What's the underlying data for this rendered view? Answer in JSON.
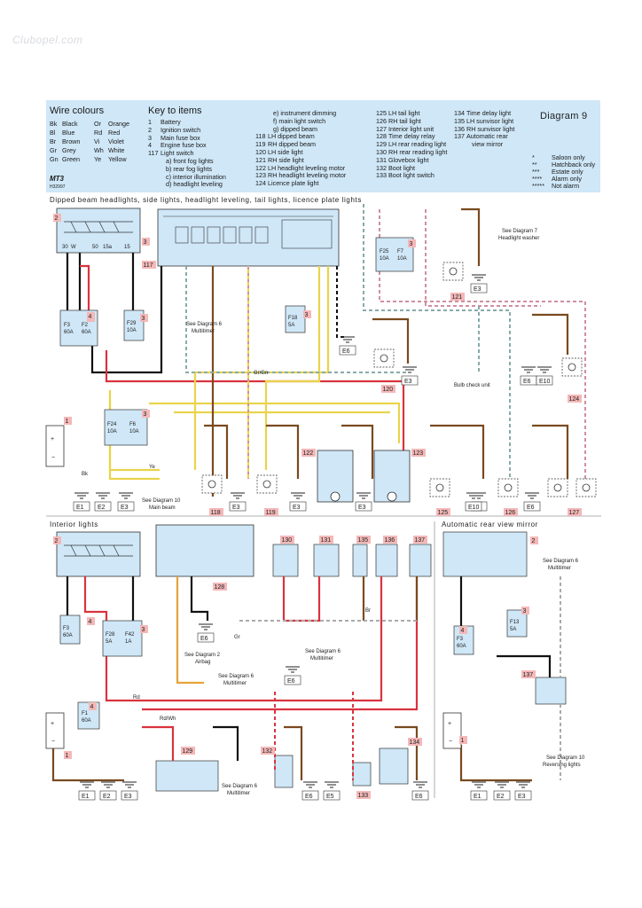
{
  "watermark": "Clubopel.com",
  "key": {
    "diagram_title": "Diagram 9",
    "wire_colours_title": "Wire colours",
    "wire_colours": [
      [
        "Bk",
        "Black",
        "Or",
        "Orange"
      ],
      [
        "Bl",
        "Blue",
        "Rd",
        "Red"
      ],
      [
        "Br",
        "Brown",
        "Vi",
        "Violet"
      ],
      [
        "Gr",
        "Grey",
        "Wh",
        "White"
      ],
      [
        "Gn",
        "Green",
        "Ye",
        "Yellow"
      ]
    ],
    "key_title": "Key to items",
    "items_col1": [
      [
        "1",
        "Battery"
      ],
      [
        "2",
        "Ignition switch"
      ],
      [
        "3",
        "Main fuse box"
      ],
      [
        "4",
        "Engine fuse box"
      ],
      [
        "117",
        "Light switch"
      ],
      [
        "",
        "a) front fog lights"
      ],
      [
        "",
        "b) rear fog lights"
      ],
      [
        "",
        "c) interior illumination"
      ],
      [
        "",
        "d) headlight leveling"
      ]
    ],
    "items_col2": [
      [
        "",
        "e) instrument dimming"
      ],
      [
        "",
        "f) main light switch"
      ],
      [
        "",
        "g) dipped beam"
      ],
      [
        "118",
        "LH dipped beam"
      ],
      [
        "119",
        "RH dipped beam"
      ],
      [
        "120",
        "LH side light"
      ],
      [
        "121",
        "RH side light"
      ],
      [
        "122",
        "LH headlight leveling motor"
      ],
      [
        "123",
        "RH headlight leveling motor"
      ],
      [
        "124",
        "Licence plate light"
      ]
    ],
    "items_col3": [
      [
        "125",
        "LH tail light"
      ],
      [
        "126",
        "RH tail light"
      ],
      [
        "127",
        "Interior light unit"
      ],
      [
        "128",
        "Time delay relay"
      ],
      [
        "129",
        "LH rear reading light"
      ],
      [
        "130",
        "RH rear reading light"
      ],
      [
        "131",
        "Glovebox light"
      ],
      [
        "132",
        "Boot light"
      ],
      [
        "133",
        "Boot light switch"
      ]
    ],
    "items_col4": [
      [
        "134",
        "Time delay light"
      ],
      [
        "135",
        "LH sunvisor light"
      ],
      [
        "136",
        "RH sunvisor light"
      ],
      [
        "137",
        "Automatic rear"
      ],
      [
        "",
        "view mirror"
      ]
    ],
    "legend": [
      [
        "*",
        "Saloon only"
      ],
      [
        "**",
        "Hatchback only"
      ],
      [
        "***",
        "Estate only"
      ],
      [
        "****",
        "Alarm only"
      ],
      [
        "*****",
        "Not alarm"
      ]
    ],
    "logo": "MT3",
    "code": "H32997"
  },
  "sections": {
    "top_title": "Dipped beam headlights, side lights, headlight leveling, tail lights, licence plate lights",
    "interior_title": "Interior lights",
    "mirror_title": "Automatic rear view mirror"
  },
  "refs": {
    "see_d7": "See Diagram 7",
    "headlight_washer": "Headlight washer",
    "see_d6_a": "See Diagram 6",
    "multitimer_a": "Multitimer",
    "see_d10_a": "See Diagram 10",
    "main_beam": "Main beam",
    "bulb_check": "Bulb check unit",
    "see_d2": "See Diagram 2",
    "airbag": "Airbag",
    "see_d6_b": "See Diagram 6",
    "multitimer_b": "Multitimer",
    "see_d6_c": "See Diagram 6",
    "multitimer_c": "Multitimer",
    "see_d6_d": "See Diagram 6",
    "multitimer_d": "Multitimer",
    "see_d6_e": "See Diagram 6",
    "multitimer_e": "Multitimer",
    "see_d10_b": "See Diagram 10",
    "reversing_lights": "Reversing lights"
  },
  "fuses": {
    "f3": [
      "F3",
      "60A"
    ],
    "f2": [
      "F2",
      "60A"
    ],
    "f29": [
      "F29",
      "10A"
    ],
    "f18": [
      "F18",
      "5A"
    ],
    "f25": [
      "F25",
      "10A"
    ],
    "f7": [
      "F7",
      "10A"
    ],
    "f24": [
      "F24",
      "10A"
    ],
    "f6": [
      "F6",
      "10A"
    ],
    "f3b": [
      "F3",
      "60A"
    ],
    "f28": [
      "F28",
      "5A"
    ],
    "f42": [
      "F42",
      "1A"
    ],
    "f1": [
      "F1",
      "60A"
    ],
    "f3c": [
      "F3",
      "60A"
    ],
    "f13": [
      "F13",
      "5A"
    ]
  },
  "grounds": [
    "E1",
    "E2",
    "E3",
    "E6",
    "E10",
    "E5"
  ],
  "component_numbers": [
    "1",
    "2",
    "3",
    "4",
    "117",
    "118",
    "119",
    "120",
    "121",
    "122",
    "123",
    "124",
    "125",
    "126",
    "127",
    "128",
    "129",
    "130",
    "131",
    "132",
    "133",
    "134",
    "135",
    "136",
    "137"
  ],
  "wire_labels": {
    "gr_gn": "Gr/Gn",
    "rd_wh": "Rd/Wh",
    "bk": "Bk",
    "rd": "Rd",
    "ye": "Ye",
    "gr": "Gr",
    "br": "Br"
  },
  "ignition_terms": [
    "30",
    "W",
    "50",
    "15a",
    "15"
  ]
}
